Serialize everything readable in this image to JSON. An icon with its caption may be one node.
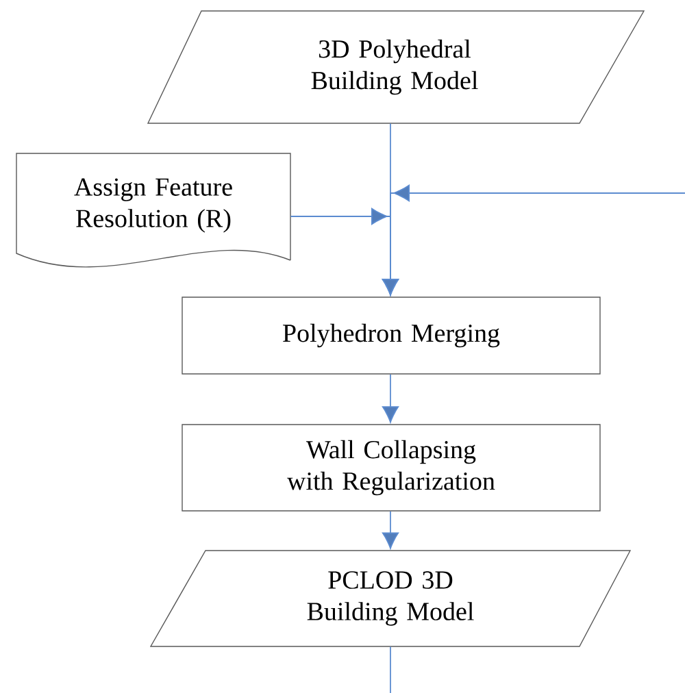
{
  "diagram": {
    "nodes": [
      {
        "text": [
          "3D Polyhedral Building Model"
        ]
      },
      {
        "text": [
          "Assign Feature Resolution (R)"
        ]
      },
      {
        "text": [
          "Polyhedron Merging"
        ]
      },
      {
        "text": [
          "Wall Collapsing with Regularization"
        ]
      },
      {
        "text": [
          "PCLOD 3D Building Model"
        ]
      }
    ],
    "edges": [
      {
        "from": 0,
        "to": 2,
        "arrow": "to"
      },
      {
        "from": 1,
        "to": 2,
        "arrow": "to"
      },
      {
        "from": null,
        "to": 2,
        "arrow": "to"
      },
      {
        "from": 2,
        "to": 3,
        "arrow": "to"
      },
      {
        "from": 3,
        "to": 4,
        "arrow": "to"
      },
      {
        "from": 4,
        "to": null,
        "arrow": "none"
      }
    ]
  }
}
